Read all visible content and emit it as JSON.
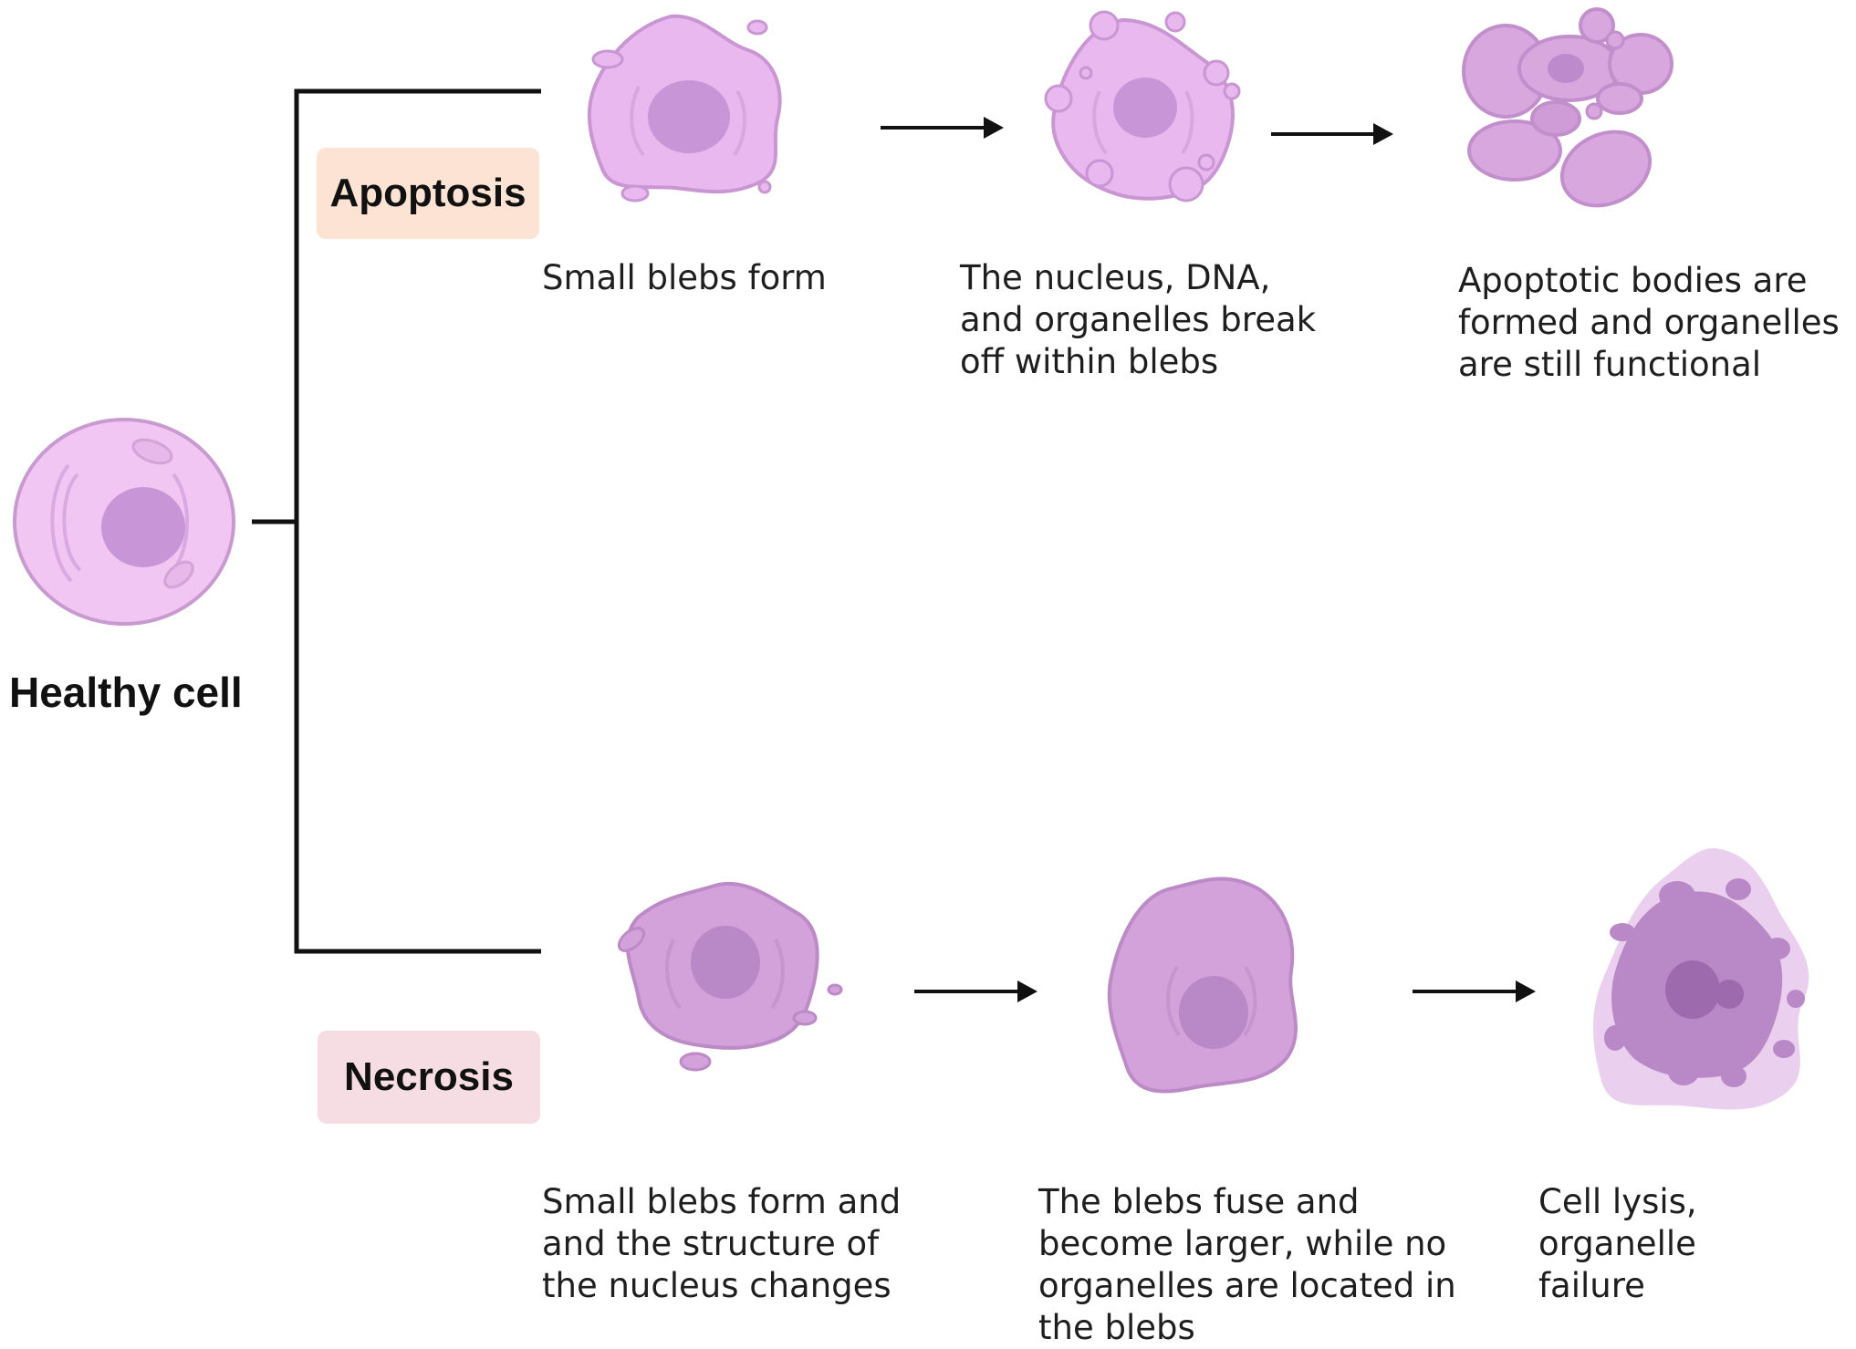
{
  "healthy": {
    "label": "Healthy cell"
  },
  "apoptosis": {
    "label": "Apoptosis",
    "label_bg": "#fde3d3",
    "steps": [
      {
        "caption": "Small blebs form"
      },
      {
        "caption": "The nucleus, DNA,\nand organelles break\noff within blebs"
      },
      {
        "caption": "Apoptotic bodies are\nformed and organelles\nare still functional"
      }
    ]
  },
  "necrosis": {
    "label": "Necrosis",
    "label_bg": "#f6dde3",
    "steps": [
      {
        "caption": "Small blebs form and\nand the structure of\nthe nucleus changes"
      },
      {
        "caption": "The blebs fuse and\nbecome larger, while no\norganelles are located in\nthe blebs"
      },
      {
        "caption": "Cell lysis, organelle\nfailure"
      }
    ]
  },
  "colors": {
    "cell_light": "#f1c6f3",
    "cell_mid": "#d9a9df",
    "cell_dark": "#b88cc4",
    "nucleus": "#c896d6",
    "outline": "#b07cc0",
    "line": "#111111"
  }
}
